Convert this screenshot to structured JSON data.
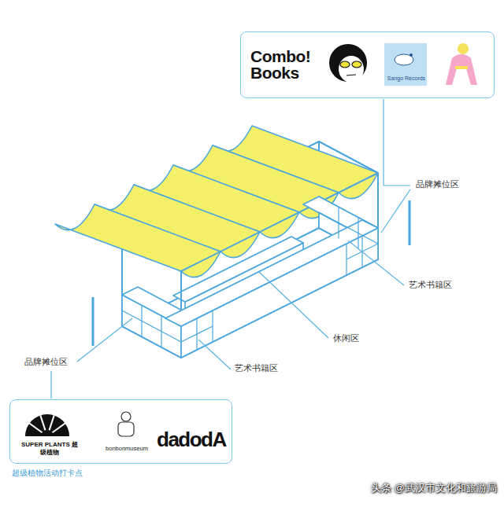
{
  "diagram": {
    "nodes": [
      {
        "text": [
          "Combo! Books",
          "Sango Records"
        ]
      },
      {
        "text": [
          "SUPER PLANTS 超级植物",
          "bonbonmuseum",
          "dadodA"
        ]
      }
    ],
    "labels": [
      "品牌摊位区",
      "艺术书籍区",
      "休闲区",
      "艺术书籍区",
      "品牌摊位区",
      "超级植物活动打卡点",
      "头条 @武汉市文化和旅游局"
    ]
  }
}
